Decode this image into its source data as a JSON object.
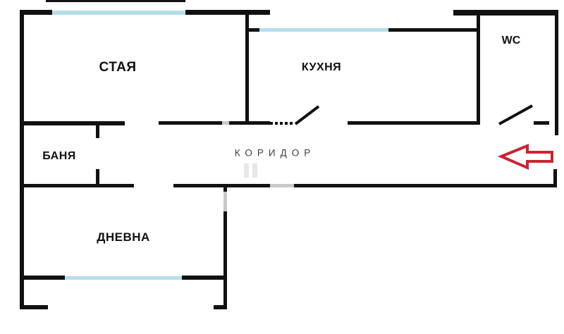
{
  "diagram": {
    "type": "apartment-floor-plan",
    "rooms": [
      {
        "id": "staya",
        "label": "СТАЯ"
      },
      {
        "id": "kuhnya",
        "label": "КУХНЯ"
      },
      {
        "id": "wc",
        "label": "WC"
      },
      {
        "id": "banya",
        "label": "БАНЯ"
      },
      {
        "id": "koridor",
        "label": "КОРИДОР"
      },
      {
        "id": "dnevna",
        "label": "ДНЕВНА"
      }
    ],
    "features": {
      "windows": [
        "staya-top",
        "kuhnya-top",
        "dnevna-bottom"
      ],
      "doors": [
        "staya-door",
        "banya-door",
        "kuhnya-door-swing",
        "wc-door-swing",
        "dnevna-door",
        "entrance-opening"
      ],
      "entrance_arrow_direction": "left"
    },
    "colors": {
      "wall": "#111111",
      "window": "#b5dde9",
      "arrow": "#cc2431",
      "label": "#111111",
      "koridor": "#3e3e44",
      "watermark": "#c9c9c9"
    }
  }
}
